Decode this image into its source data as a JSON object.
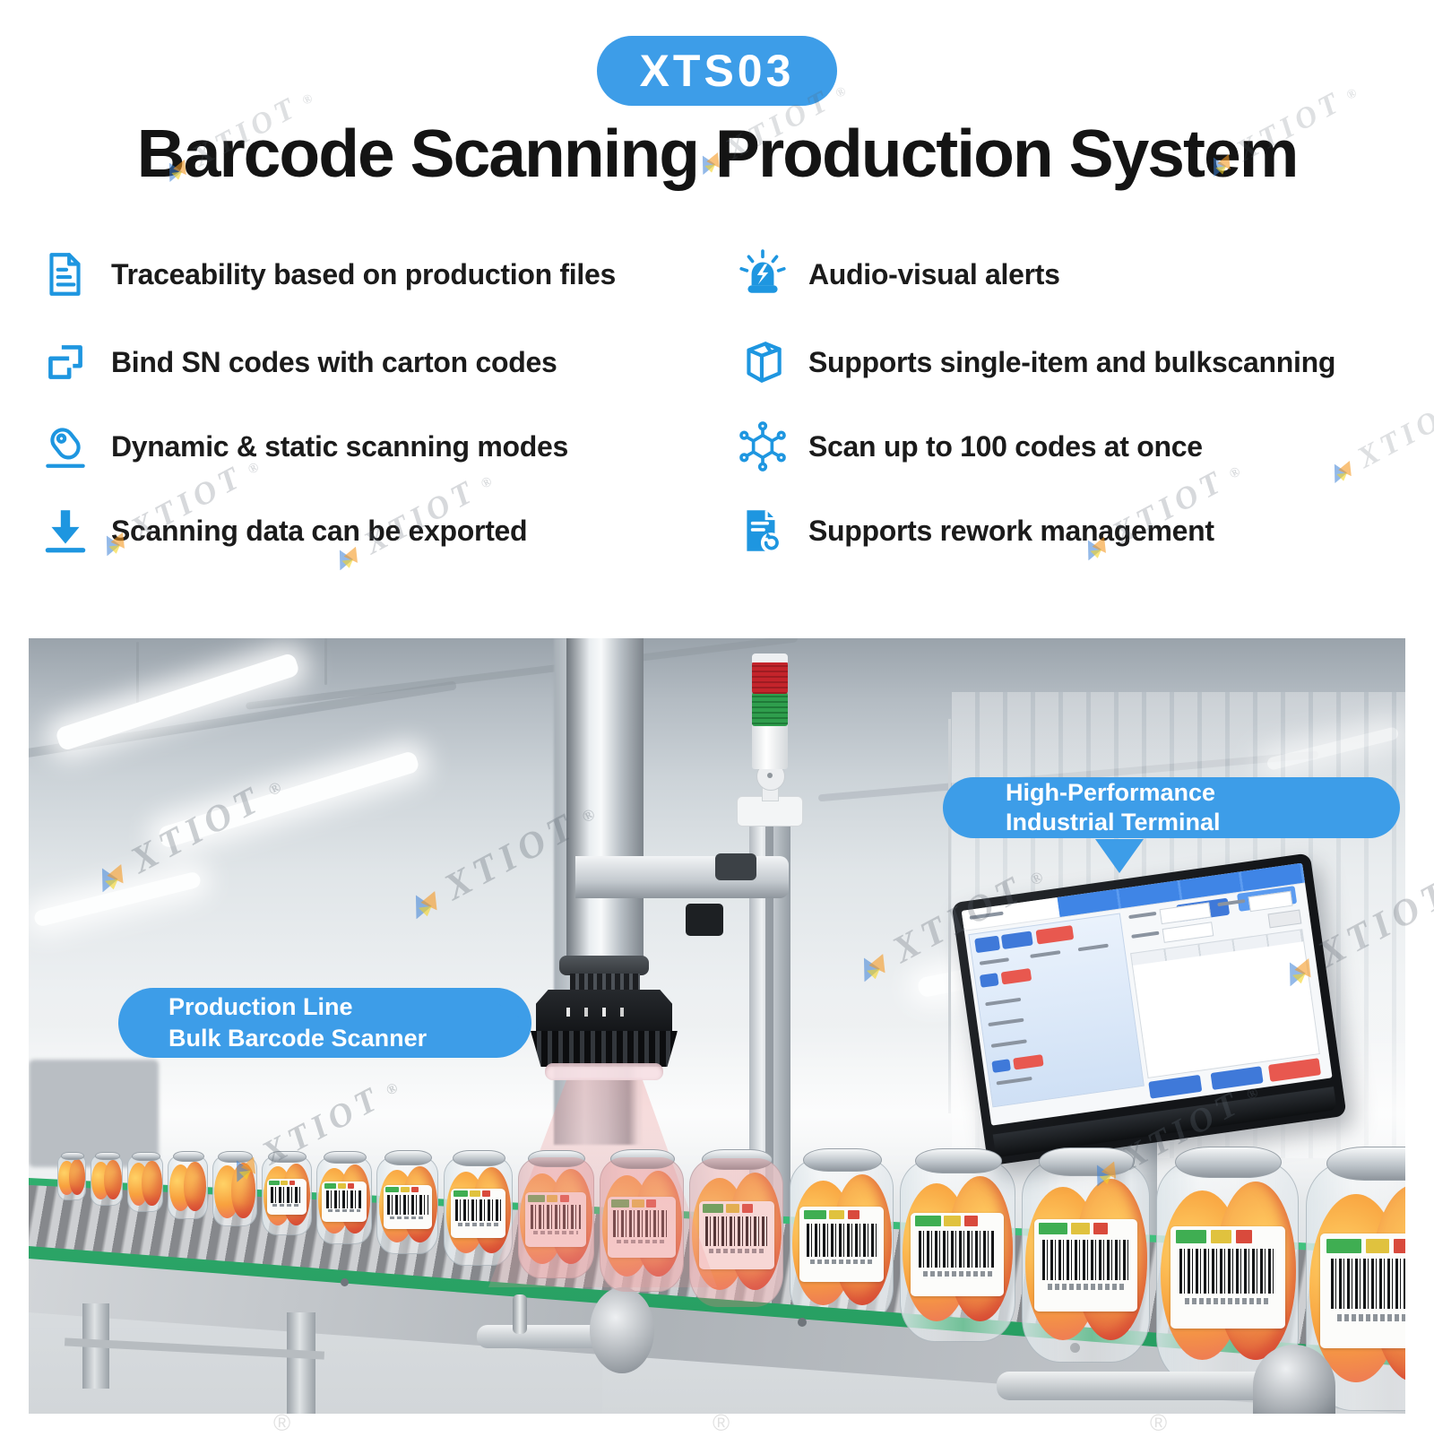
{
  "badge": {
    "label": "XTS03"
  },
  "title": "Barcode Scanning Production System",
  "features": {
    "left": [
      {
        "icon": "document-icon",
        "label": "Traceability based on production files"
      },
      {
        "icon": "bind-codes-icon",
        "label": "Bind SN codes with carton codes"
      },
      {
        "icon": "scan-mouse-icon",
        "label": "Dynamic & static scanning modes"
      },
      {
        "icon": "export-download-icon",
        "label": "Scanning data can be exported"
      }
    ],
    "right": [
      {
        "icon": "alert-siren-icon",
        "label": "Audio-visual alerts"
      },
      {
        "icon": "carton-box-icon",
        "label": "Supports single-item and bulkscanning"
      },
      {
        "icon": "multi-code-network-icon",
        "label": "Scan up to 100 codes at once"
      },
      {
        "icon": "rework-document-icon",
        "label": "Supports rework management"
      }
    ]
  },
  "photo": {
    "callouts": [
      {
        "line1": "Production Line",
        "line2": "Bulk Barcode Scanner",
        "arrow": "right"
      },
      {
        "line1": "High-Performance",
        "line2": "Industrial Terminal",
        "arrow": "down"
      }
    ]
  },
  "watermark": {
    "text": "XTIOT",
    "reg": "®"
  },
  "colors": {
    "accent_blue": "#3d9de8",
    "icon_blue": "#1e96e0",
    "title_black": "#141414",
    "tower_red": "#c4242b",
    "tower_green": "#2f9e4d",
    "conveyor_green": "#2fae6d",
    "cone_pink": "#e98c8c",
    "screen_button_blue": "#3f79d9",
    "screen_button_red": "#e8584f"
  }
}
